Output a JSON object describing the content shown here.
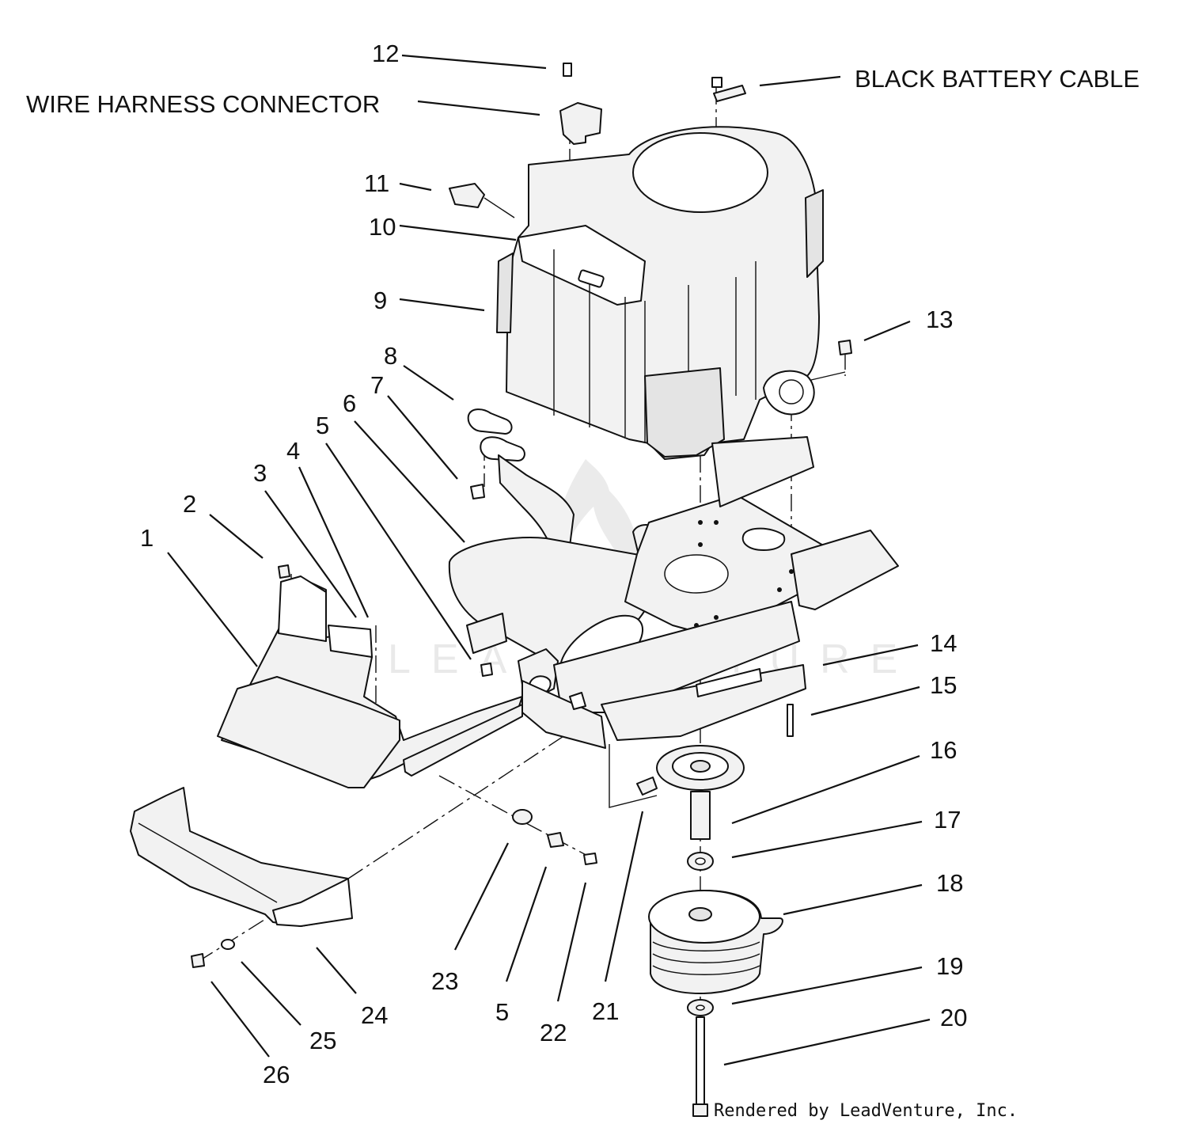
{
  "labels": {
    "wire_harness_connector": "WIRE HARNESS CONNECTOR",
    "black_battery_cable": "BLACK BATTERY CABLE"
  },
  "callouts": [
    "1",
    "2",
    "3",
    "4",
    "5",
    "6",
    "7",
    "8",
    "9",
    "10",
    "11",
    "12",
    "13",
    "14",
    "15",
    "16",
    "17",
    "18",
    "19",
    "20",
    "21",
    "22",
    "23",
    "5",
    "24",
    "25",
    "26"
  ],
  "watermark": "LEADVENTURE",
  "credit": "Rendered by LeadVenture, Inc."
}
